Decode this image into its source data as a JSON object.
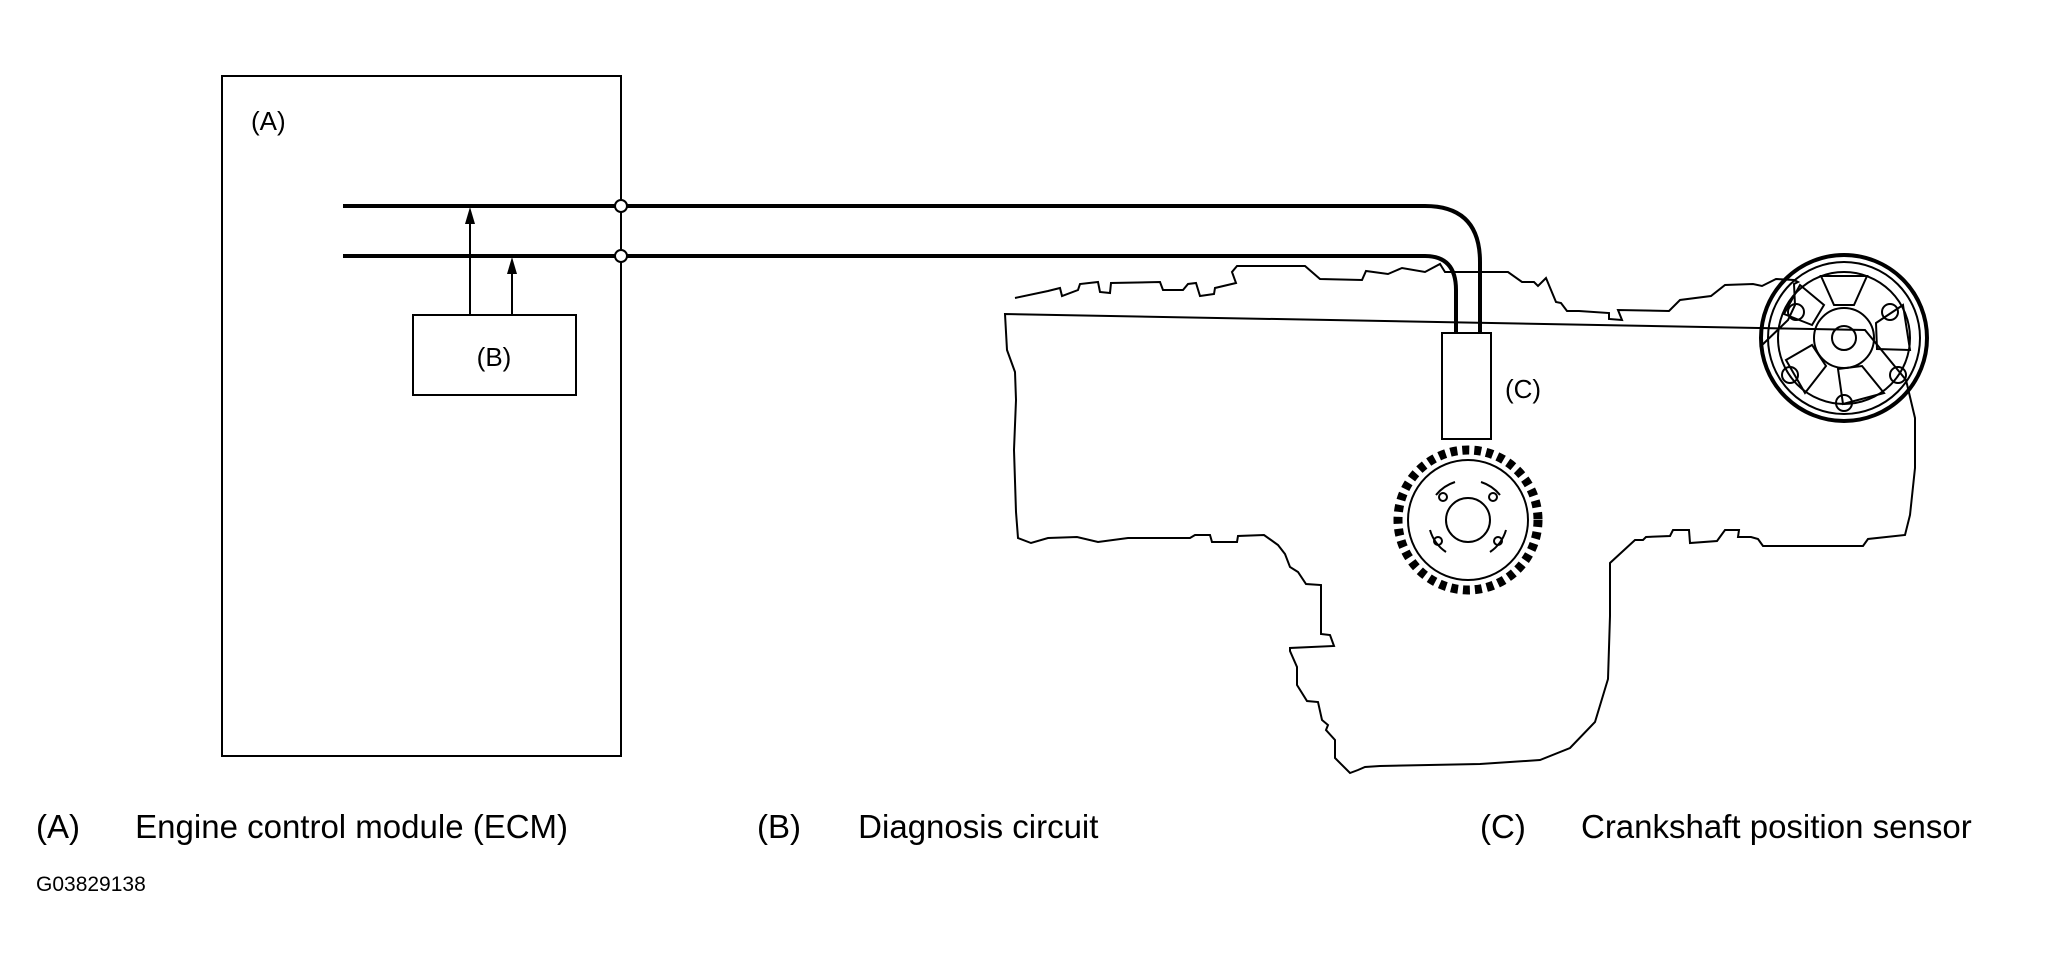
{
  "diagram": {
    "callout_a": "(A)",
    "callout_b": "(B)",
    "callout_c": "(C)"
  },
  "legend": [
    {
      "letter": "(A)",
      "description": "Engine control module (ECM)"
    },
    {
      "letter": "(B)",
      "description": "Diagnosis circuit"
    },
    {
      "letter": "(C)",
      "description": "Crankshaft position sensor"
    }
  ],
  "figure_id": "G03829138"
}
